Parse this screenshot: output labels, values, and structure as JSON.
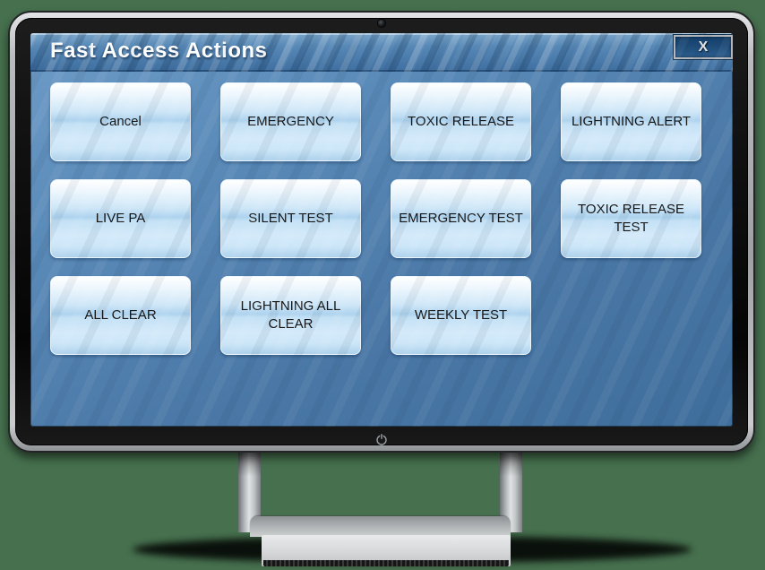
{
  "window": {
    "title": "Fast Access Actions",
    "close_button": "X"
  },
  "buttons": {
    "row1": [
      "Cancel",
      "EMERGENCY",
      "TOXIC RELEASE",
      "LIGHTNING ALERT"
    ],
    "row2": [
      "LIVE PA",
      "SILENT TEST",
      "EMERGENCY TEST",
      "TOXIC RELEASE TEST"
    ],
    "row3": [
      "ALL CLEAR",
      "LIGHTNING ALL CLEAR",
      "WEEKLY TEST"
    ]
  },
  "icons": {
    "close": "close-icon",
    "power": "power-icon",
    "webcam": "webcam-icon"
  },
  "colors": {
    "background_green": "#46704e",
    "frame_silver": "#b9bcbe",
    "bezel_black": "#121212",
    "screen_blue": "#4a77a6",
    "titlebar_blue": "#5687b5",
    "close_fill": "#1d4a77",
    "button_face": "#aed3ee",
    "button_text": "#161616"
  }
}
